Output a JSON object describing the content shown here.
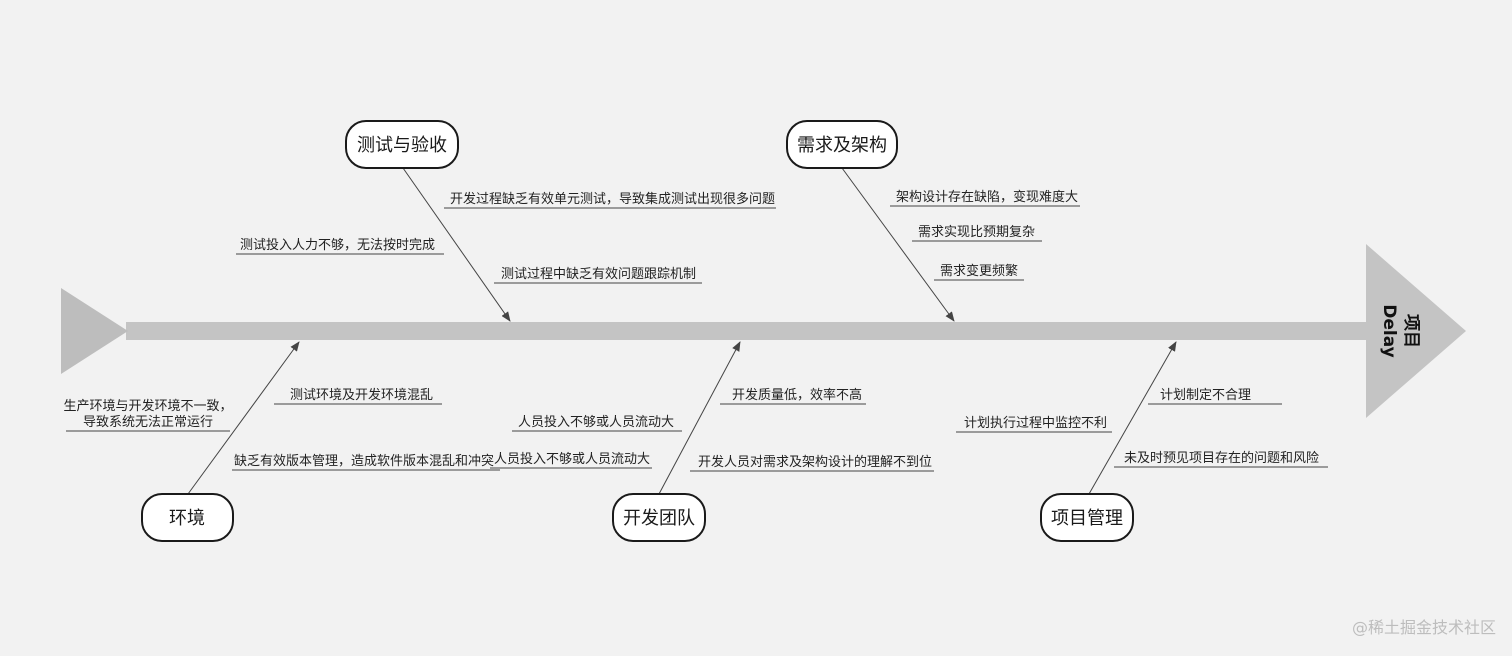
{
  "head": {
    "line1": "项目",
    "line2": "Delay"
  },
  "categories": {
    "test": {
      "label": "测试与验收",
      "causes": [
        "开发过程缺乏有效单元测试，导致集成测试出现很多问题",
        "测试投入人力不够，无法按时完成",
        "测试过程中缺乏有效问题跟踪机制"
      ]
    },
    "req": {
      "label": "需求及架构",
      "causes": [
        "架构设计存在缺陷，变现难度大",
        "需求实现比预期复杂",
        "需求变更频繁"
      ]
    },
    "env": {
      "label": "环境",
      "causes": [
        "测试环境及开发环境混乱",
        "生产环境与开发环境不一致，",
        "导致系统无法正常运行",
        "缺乏有效版本管理，造成软件版本混乱和冲突"
      ]
    },
    "team": {
      "label": "开发团队",
      "causes": [
        "开发质量低，效率不高",
        "人员投入不够或人员流动大",
        "人员投入不够或人员流动大",
        "开发人员对需求及架构设计的理解不到位"
      ]
    },
    "pm": {
      "label": "项目管理",
      "causes": [
        "计划制定不合理",
        "计划执行过程中监控不利",
        "未及时预见项目存在的问题和风险"
      ]
    }
  },
  "watermark": "@稀土掘金技术社区",
  "colors": {
    "background": "#f2f2f2",
    "spine": "#c4c4c4",
    "bone_line": "#444444",
    "box_stroke": "#1a1a1a"
  }
}
